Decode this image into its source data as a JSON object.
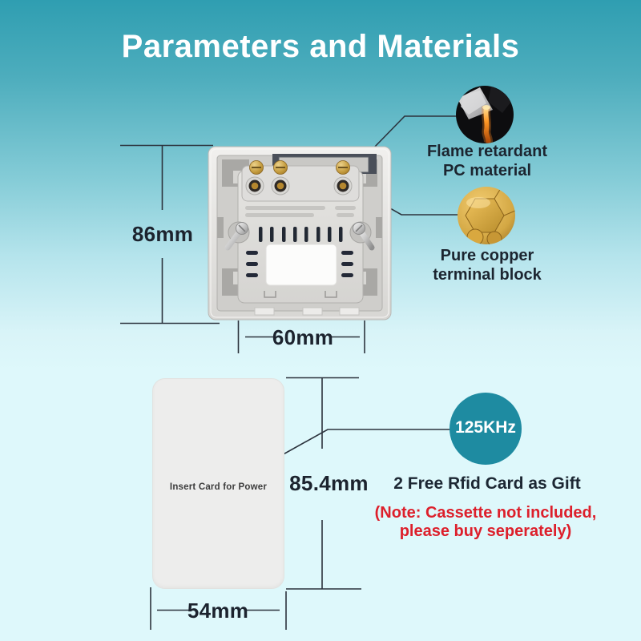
{
  "title": "Parameters and Materials",
  "switch_dims": {
    "height": "86mm",
    "width": "60mm"
  },
  "callouts": {
    "flame": {
      "line1": "Flame retardant",
      "line2": "PC material"
    },
    "copper": {
      "line1": "Pure copper",
      "line2": "terminal block"
    }
  },
  "card": {
    "label": "Insert Card for Power"
  },
  "card_dims": {
    "height": "85.4mm",
    "width": "54mm"
  },
  "rfid": {
    "badge": "125KHz",
    "gift": "2 Free Rfid Card as Gift",
    "note1": "(Note: Cassette not included,",
    "note2": "please buy seperately)"
  },
  "colors": {
    "accent_teal": "#1e8ba1",
    "note_red": "#dd1f2b",
    "text_dark": "#1c232e",
    "bg_top": "#2f9eb1",
    "bg_bottom": "#def8fb"
  }
}
